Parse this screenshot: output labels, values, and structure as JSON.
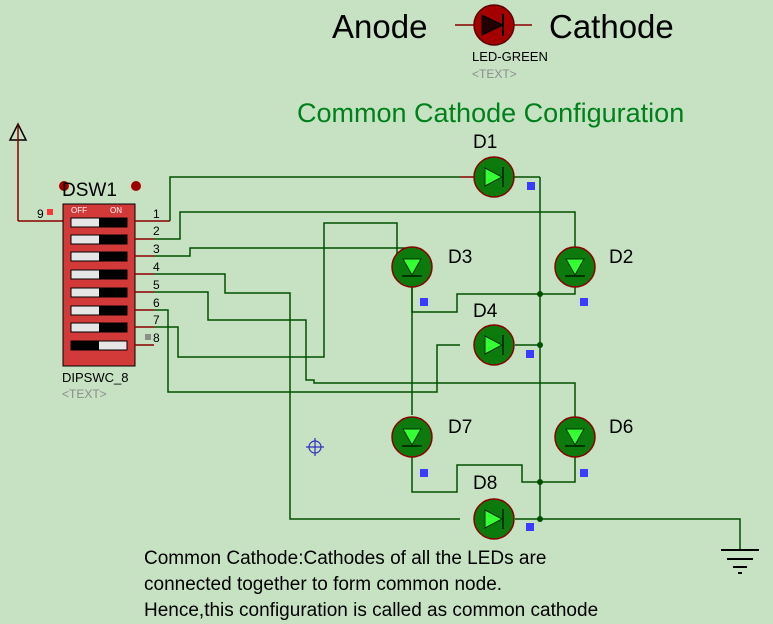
{
  "legend": {
    "anode_label": "Anode",
    "cathode_label": "Cathode",
    "part_name": "LED-GREEN",
    "part_text": "<TEXT>"
  },
  "title": "Common Cathode Configuration",
  "dip_switch": {
    "ref": "DSW1",
    "part_name": "DIPSWC_8",
    "part_text": "<TEXT>",
    "off_label": "OFF",
    "on_label": "ON",
    "common_pin": "9",
    "pins": [
      "1",
      "2",
      "3",
      "4",
      "5",
      "6",
      "7",
      "8"
    ]
  },
  "leds": [
    {
      "ref": "D1"
    },
    {
      "ref": "D2"
    },
    {
      "ref": "D3"
    },
    {
      "ref": "D4"
    },
    {
      "ref": "D6"
    },
    {
      "ref": "D7"
    },
    {
      "ref": "D8"
    }
  ],
  "description": [
    "Common Cathode:Cathodes of all the LEDs are",
    "connected together to form common node.",
    "Hence,this configuration is called as common cathode"
  ],
  "colors": {
    "background": "#c6e2c3",
    "wire": "#005000",
    "led_body": "#0d7a0d",
    "led_triangle": "#33ff33",
    "title": "#00801a",
    "marker": "#3b3bff"
  }
}
